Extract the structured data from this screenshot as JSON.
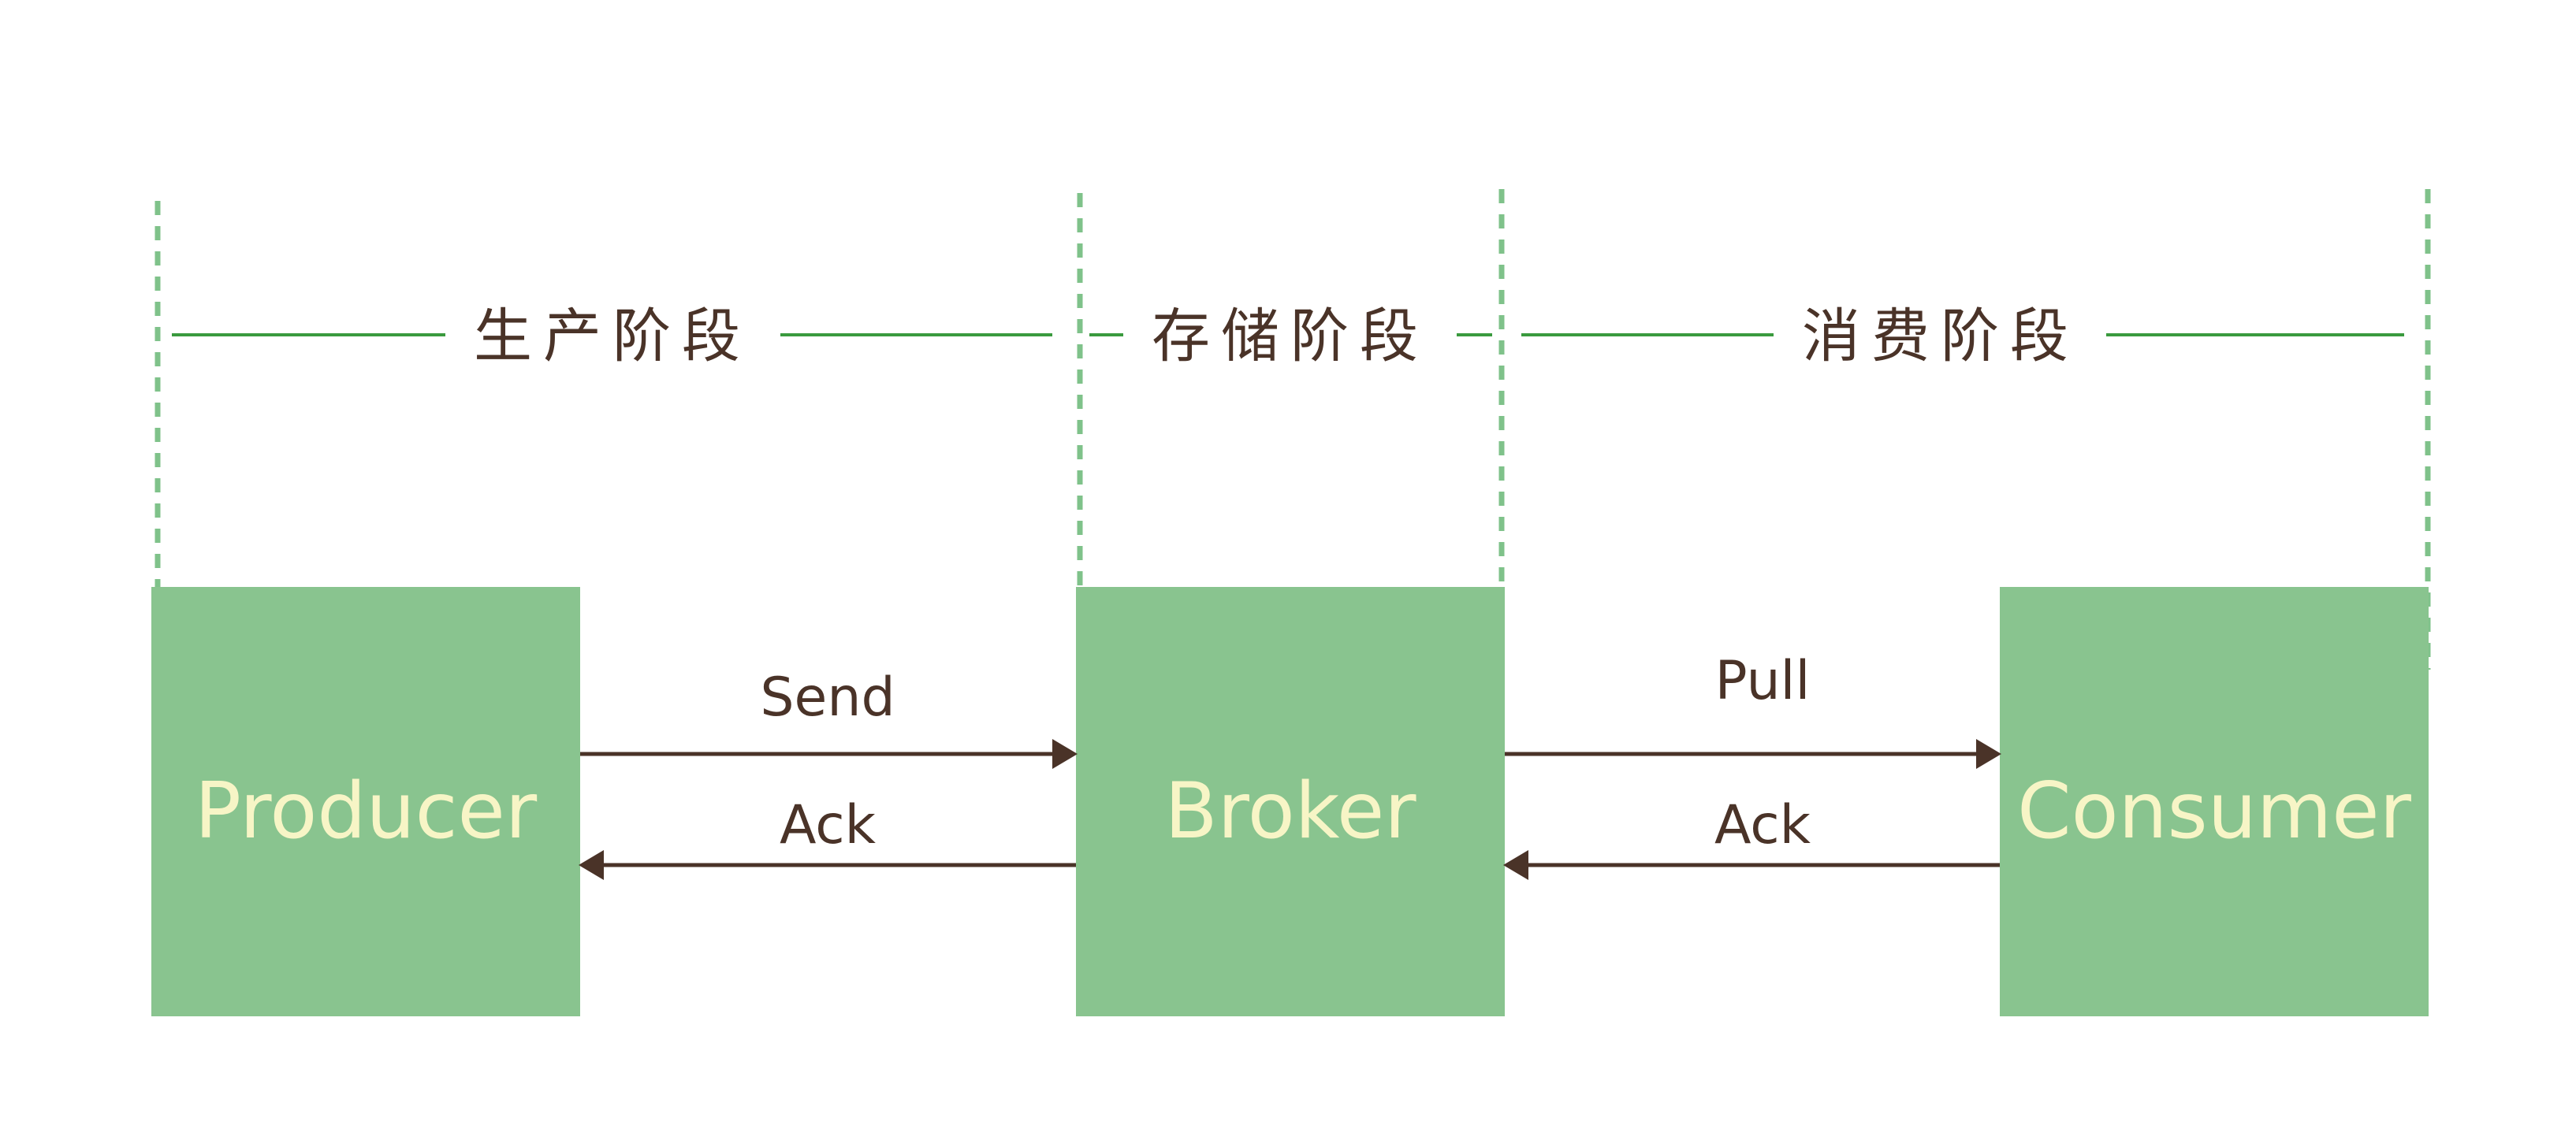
{
  "stages": [
    {
      "id": "produce",
      "label": "生产阶段"
    },
    {
      "id": "store",
      "label": "存储阶段"
    },
    {
      "id": "consume",
      "label": "消费阶段"
    }
  ],
  "nodes": [
    {
      "id": "producer",
      "label": "Producer"
    },
    {
      "id": "broker",
      "label": "Broker"
    },
    {
      "id": "consumer",
      "label": "Consumer"
    }
  ],
  "edges": [
    {
      "id": "send",
      "label": "Send",
      "from": "producer",
      "to": "broker"
    },
    {
      "id": "ack1",
      "label": "Ack",
      "from": "broker",
      "to": "producer"
    },
    {
      "id": "pull",
      "label": "Pull",
      "from": "broker",
      "to": "consumer"
    },
    {
      "id": "ack2",
      "label": "Ack",
      "from": "consumer",
      "to": "broker"
    }
  ],
  "colors": {
    "box_fill": "#89c48f",
    "box_text": "#f7f5c6",
    "divider": "#7fc28a",
    "stage_line": "#3a9a3e",
    "ink": "#4a3328"
  }
}
